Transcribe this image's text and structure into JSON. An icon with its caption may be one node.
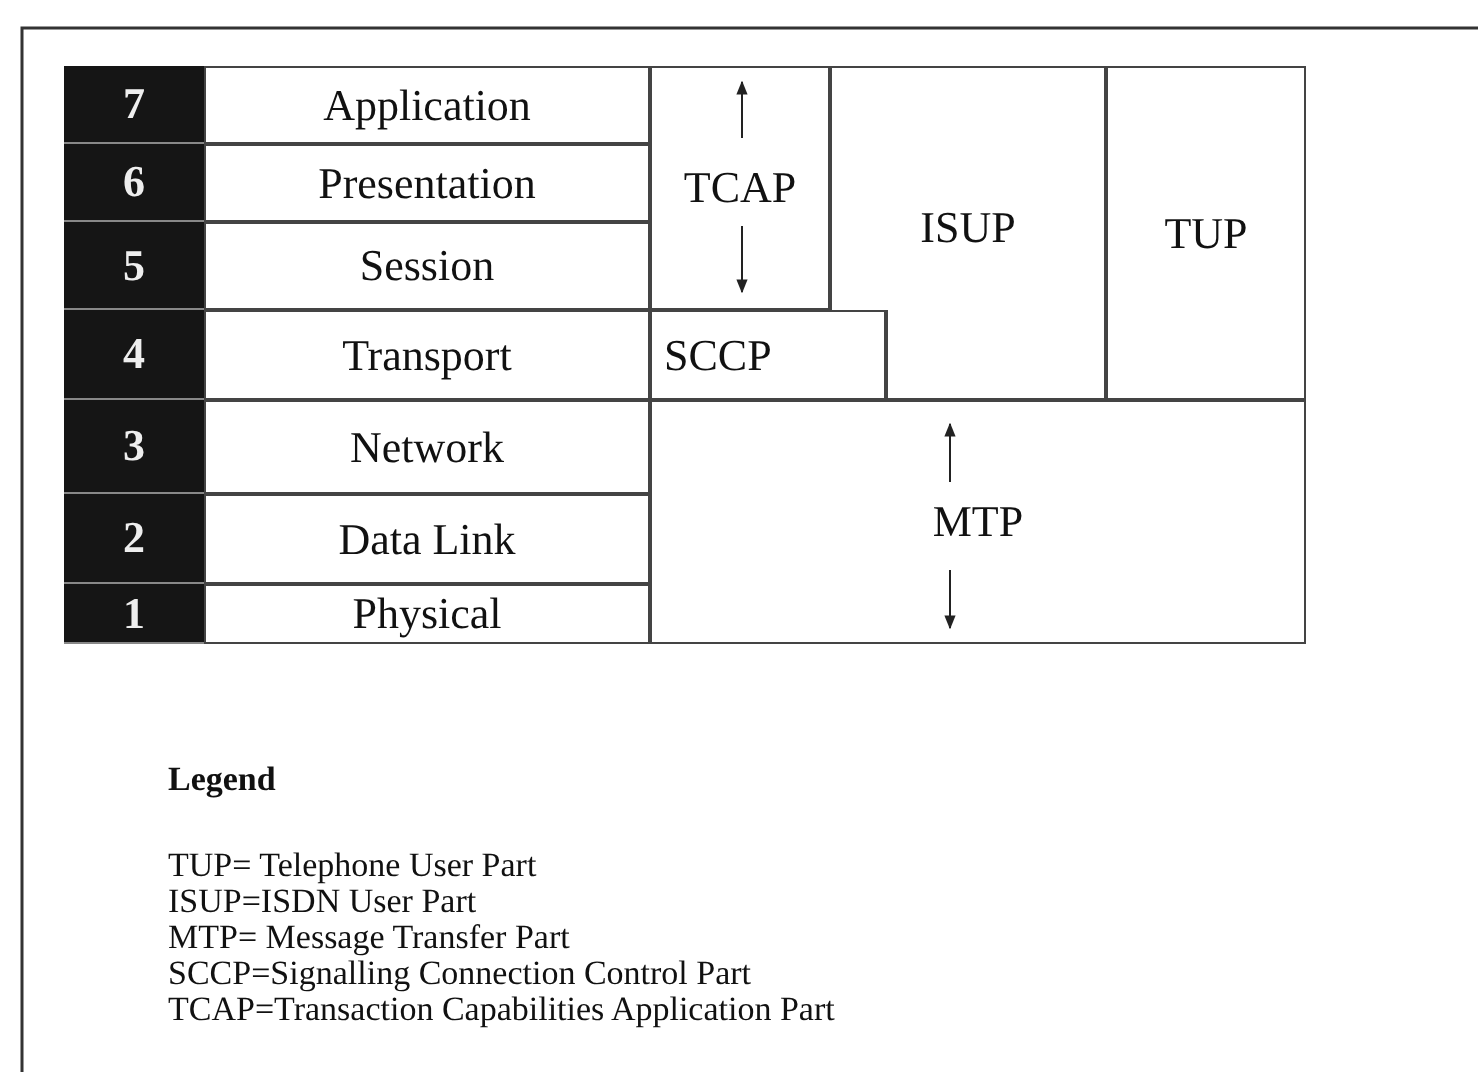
{
  "diagram": {
    "nodes": [
      {
        "text": [
          "7"
        ]
      },
      {
        "text": [
          "Application"
        ]
      },
      {
        "text": [
          "TCAP"
        ]
      },
      {
        "text": [
          "ISUP"
        ]
      },
      {
        "text": [
          "TUP"
        ]
      },
      {
        "text": [
          "6"
        ]
      },
      {
        "text": [
          "Presentation"
        ]
      },
      {
        "text": [
          "5"
        ]
      },
      {
        "text": [
          "Session"
        ]
      },
      {
        "text": [
          "4"
        ]
      },
      {
        "text": [
          "Transport"
        ]
      },
      {
        "text": [
          "SCCP"
        ]
      },
      {
        "text": [
          "3"
        ]
      },
      {
        "text": [
          "Network"
        ]
      },
      {
        "text": [
          "MTP"
        ]
      },
      {
        "text": [
          "2"
        ]
      },
      {
        "text": [
          "Data Link"
        ]
      },
      {
        "text": [
          "1"
        ]
      },
      {
        "text": [
          "Physical"
        ]
      }
    ],
    "labels": [
      "Legend",
      "TUP= Telephone User Part",
      "ISUP=ISDN User Part",
      "MTP= Message Transfer Part",
      "SCCP=Signalling Connection Control Part",
      "TCAP=Transaction Capabilities Application Part"
    ]
  }
}
